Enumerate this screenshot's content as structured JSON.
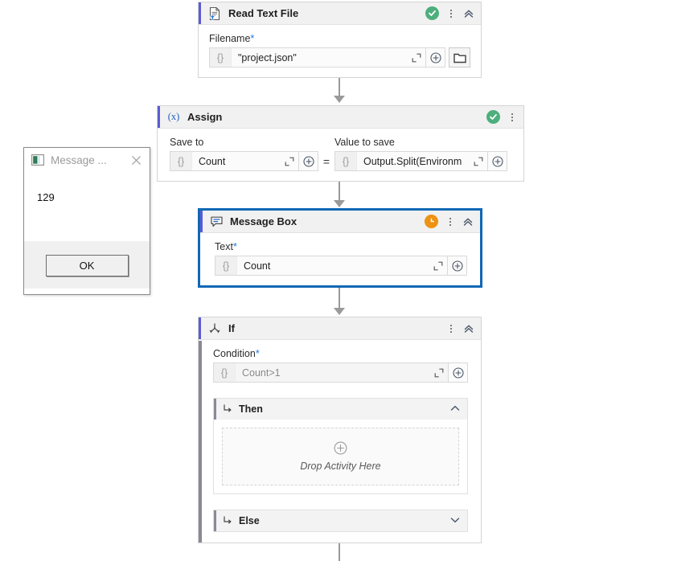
{
  "canvas": {
    "background": "#ffffff",
    "accent_color": "#5b5bd6",
    "selection_color": "#0f68b5",
    "status_ok_color": "#4caf7d",
    "status_running_color": "#ed9212",
    "connector_color": "#9a9a9a"
  },
  "activities": [
    {
      "id": "read-text-file",
      "title": "Read Text File",
      "icon": "document-upload-icon",
      "status": "success",
      "status_icon": "check-circle-icon",
      "has_menu": true,
      "has_collapse": true,
      "collapse_icon": "chevron-double-up-icon",
      "fields": [
        {
          "label": "Filename",
          "required": true,
          "required_marker": "*",
          "prefix": "{}",
          "value": "\"project.json\"",
          "muted": false,
          "expand_icon": "expand-expression-icon",
          "plus_icon": "plus-circle-icon",
          "browse_icon": "folder-icon"
        }
      ]
    },
    {
      "id": "assign",
      "title": "Assign",
      "icon": "assign-variable-icon",
      "icon_text": "(x)",
      "status": "success",
      "status_icon": "check-circle-icon",
      "has_menu": true,
      "has_collapse": false,
      "operator": "=",
      "fields": [
        {
          "label": "Save to",
          "required": false,
          "prefix": "{}",
          "value": "Count",
          "muted": false,
          "expand_icon": "expand-expression-icon",
          "plus_icon": "plus-circle-icon"
        },
        {
          "label": "Value to save",
          "required": false,
          "prefix": "{}",
          "value": "Output.Split(Environm",
          "muted": false,
          "expand_icon": "expand-expression-icon",
          "plus_icon": "plus-circle-icon"
        }
      ]
    },
    {
      "id": "message-box",
      "title": "Message Box",
      "icon": "speech-bubble-icon",
      "status": "running",
      "status_icon": "clock-icon",
      "selected": true,
      "has_menu": true,
      "has_collapse": true,
      "collapse_icon": "chevron-double-up-icon",
      "fields": [
        {
          "label": "Text",
          "required": true,
          "required_marker": "*",
          "prefix": "{}",
          "value": "Count",
          "muted": false,
          "expand_icon": "expand-expression-icon",
          "plus_icon": "plus-circle-icon"
        }
      ]
    },
    {
      "id": "if",
      "title": "If",
      "icon": "branch-icon",
      "status": "none",
      "has_menu": true,
      "has_collapse": true,
      "collapse_icon": "chevron-double-up-icon",
      "fields": [
        {
          "label": "Condition",
          "required": true,
          "required_marker": "*",
          "prefix": "{}",
          "value": "Count>1",
          "muted": true,
          "expand_icon": "expand-expression-icon",
          "plus_icon": "plus-circle-icon"
        }
      ],
      "branches": [
        {
          "id": "then",
          "label": "Then",
          "arrow_icon": "branch-arrow-icon",
          "expanded": true,
          "toggle_icon": "chevron-up-icon",
          "dropzone": {
            "text": "Drop Activity Here",
            "icon": "plus-circle-icon"
          }
        },
        {
          "id": "else",
          "label": "Else",
          "arrow_icon": "branch-arrow-icon",
          "expanded": false,
          "toggle_icon": "chevron-down-icon"
        }
      ]
    }
  ],
  "dialog": {
    "title": "Message ...",
    "icon": "app-window-icon",
    "close_icon": "close-icon",
    "message": "129",
    "ok_label": "OK"
  }
}
